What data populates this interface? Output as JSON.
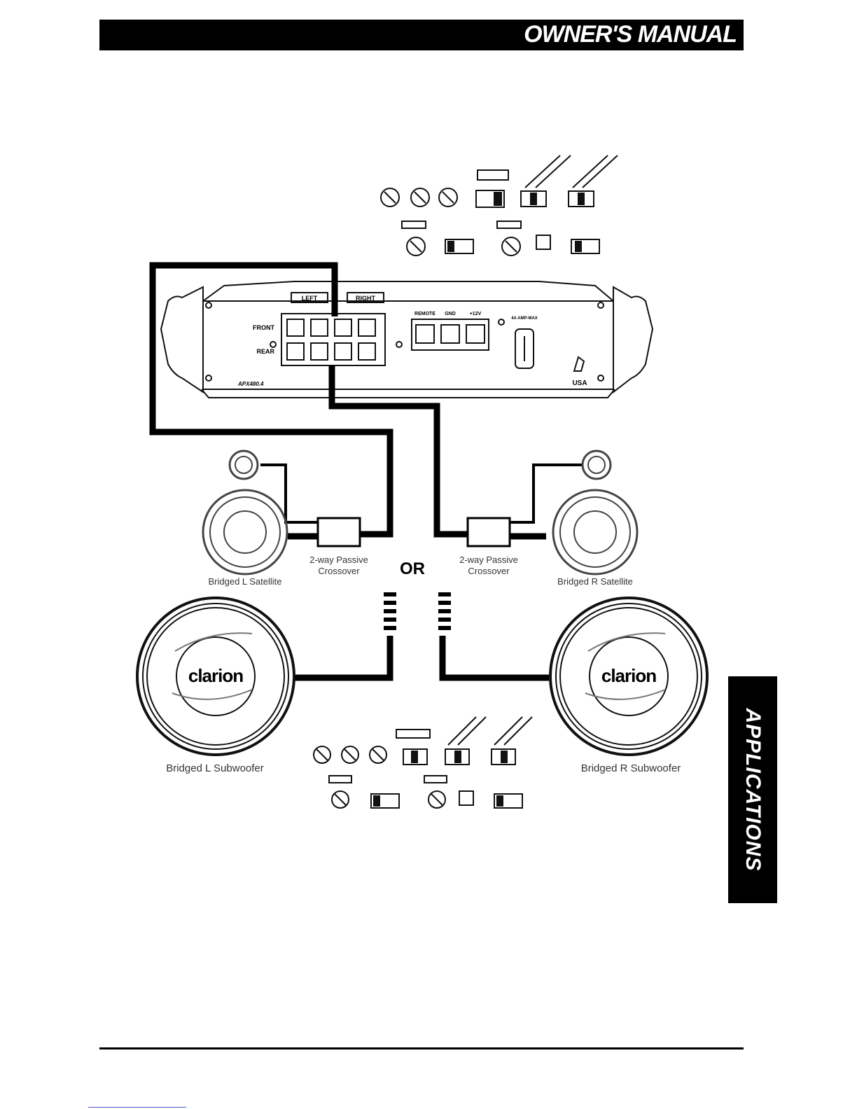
{
  "header": {
    "title": "OWNER'S MANUAL"
  },
  "side_tab": {
    "label": "APPLICATIONS"
  },
  "amplifier": {
    "left_group_label": "LEFT",
    "right_group_label": "RIGHT",
    "front_row_label": "FRONT",
    "rear_row_label": "REAR",
    "power_terminal_labels": [
      "REMOTE",
      "GND",
      "+12V"
    ],
    "fuse_label": "4A AMP-MAX",
    "model": "APX480.4",
    "origin": "USA"
  },
  "labels": {
    "or": "OR",
    "left_crossover": [
      "2-way Passive",
      "Crossover"
    ],
    "right_crossover": [
      "2-way Passive",
      "Crossover"
    ],
    "left_satellite": "Bridged L Satellite",
    "right_satellite": "Bridged R Satellite",
    "left_subwoofer": "Bridged L Subwoofer",
    "right_subwoofer": "Bridged R Subwoofer"
  },
  "subwoofer_brand": "clarion",
  "colors": {
    "wire": "#000000",
    "ink": "#111111",
    "bg": "#ffffff"
  }
}
